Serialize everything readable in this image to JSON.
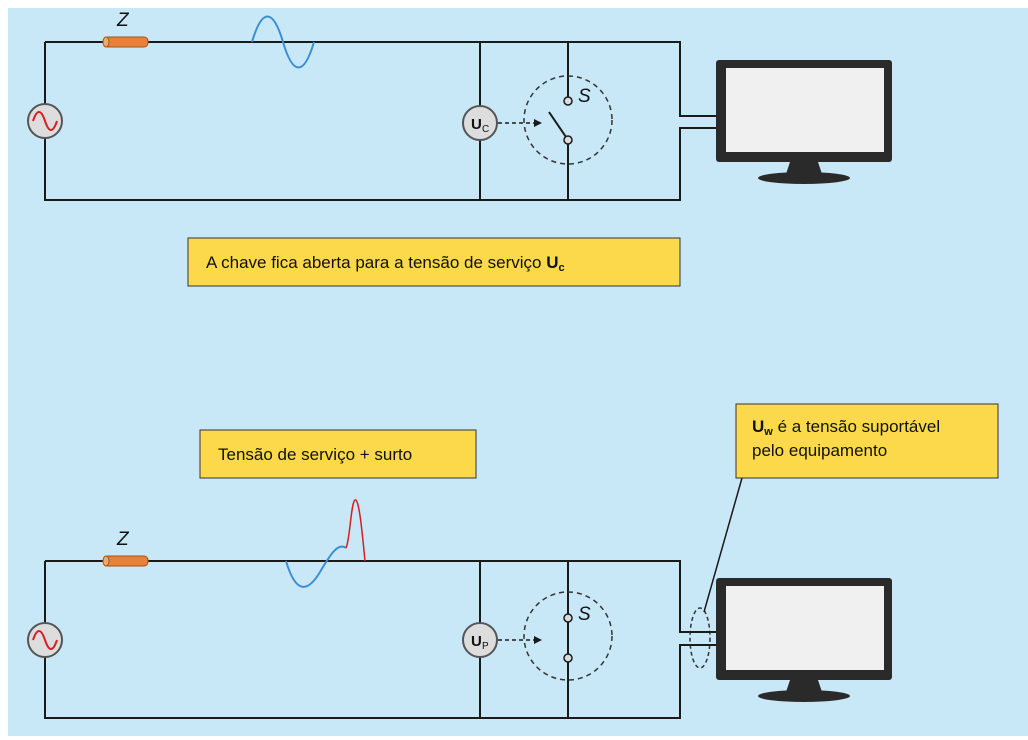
{
  "top": {
    "impedance_label": "Z",
    "meter": {
      "letter": "U",
      "sub": "C"
    },
    "switch_label": "S",
    "callout": {
      "text": "A chave fica aberta para a tensão de serviço ",
      "sym": "U",
      "sub": "c"
    }
  },
  "bottom": {
    "impedance_label": "Z",
    "meter": {
      "letter": "U",
      "sub": "P"
    },
    "switch_label": "S",
    "callout_surge": {
      "text": "Tensão de serviço + surto"
    },
    "callout_uw": {
      "sym": "U",
      "sub": "w",
      "line1": " é a tensão suportável",
      "line2": "pelo equipamento"
    }
  },
  "colors": {
    "background": "#c8e8f8",
    "callout_fill": "#fbd94a",
    "wire": "#1a1a1a",
    "impedance": "#e8823a",
    "sine_source": "#d42020",
    "wave_blue": "#3a8fd0",
    "surge_red": "#d42020",
    "monitor": "#2a2a2a",
    "screen": "#f0f0f0"
  }
}
